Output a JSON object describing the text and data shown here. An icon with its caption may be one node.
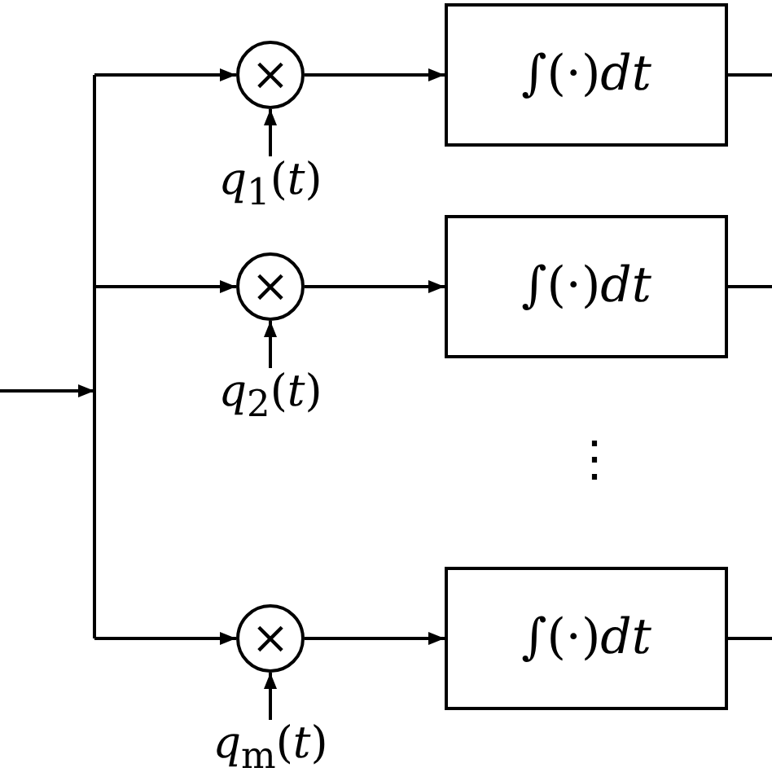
{
  "diagram": {
    "nodes": [
      {
        "text": [
          "×"
        ]
      },
      {
        "text": [
          "∫(·)*dt*"
        ]
      },
      {
        "text": [
          "*q*$_{1}$(*t*)"
        ]
      },
      {
        "text": [
          "×"
        ]
      },
      {
        "text": [
          "∫(·)*dt*"
        ]
      },
      {
        "text": [
          "*q*$_{2}$(*t*)"
        ]
      },
      {
        "text": [
          "×"
        ]
      },
      {
        "text": [
          "∫(·)*dt*"
        ]
      },
      {
        "text": [
          "*q*$_{m}$(*t*)"
        ]
      }
    ],
    "edges": [
      {
        "from": null,
        "to": 0,
        "arrow": "to"
      },
      {
        "from": null,
        "to": 3,
        "arrow": "to"
      },
      {
        "from": null,
        "to": 6,
        "arrow": "to"
      },
      {
        "from": 2,
        "to": 0,
        "arrow": "to"
      },
      {
        "from": 5,
        "to": 3,
        "arrow": "to"
      },
      {
        "from": 8,
        "to": 6,
        "arrow": "to"
      },
      {
        "from": 0,
        "to": 1,
        "arrow": "to"
      },
      {
        "from": 3,
        "to": 4,
        "arrow": "to"
      },
      {
        "from": 6,
        "to": 7,
        "arrow": "to"
      },
      {
        "from": 1,
        "to": null,
        "arrow": "none"
      },
      {
        "from": 4,
        "to": null,
        "arrow": "none"
      },
      {
        "from": 7,
        "to": null,
        "arrow": "none"
      }
    ],
    "labels": [
      "⋮"
    ]
  }
}
